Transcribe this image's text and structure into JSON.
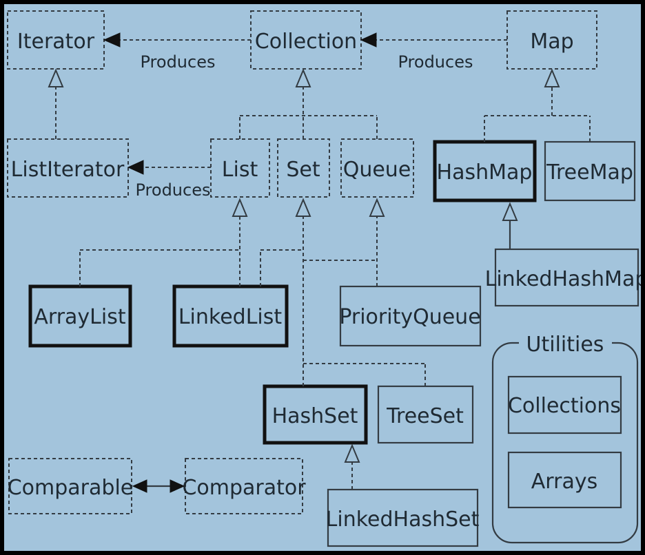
{
  "nodes": {
    "iterator": "Iterator",
    "collection": "Collection",
    "map": "Map",
    "list_iterator": "ListIterator",
    "list": "List",
    "set": "Set",
    "queue": "Queue",
    "hash_map": "HashMap",
    "tree_map": "TreeMap",
    "linked_hash_map": "LinkedHashMap",
    "array_list": "ArrayList",
    "linked_list": "LinkedList",
    "priority_queue": "PriorityQueue",
    "hash_set": "HashSet",
    "tree_set": "TreeSet",
    "linked_hash_set": "LinkedHashSet",
    "comparable": "Comparable",
    "comparator": "Comparator",
    "collections": "Collections",
    "arrays": "Arrays"
  },
  "edge_labels": {
    "collection_iterator": "Produces",
    "map_collection": "Produces",
    "list_listiterator": "Produces"
  },
  "groups": {
    "utilities": "Utilities"
  },
  "colors": {
    "background": "#a3c4dc",
    "border": "#000000",
    "ink": "#1f2a33"
  }
}
